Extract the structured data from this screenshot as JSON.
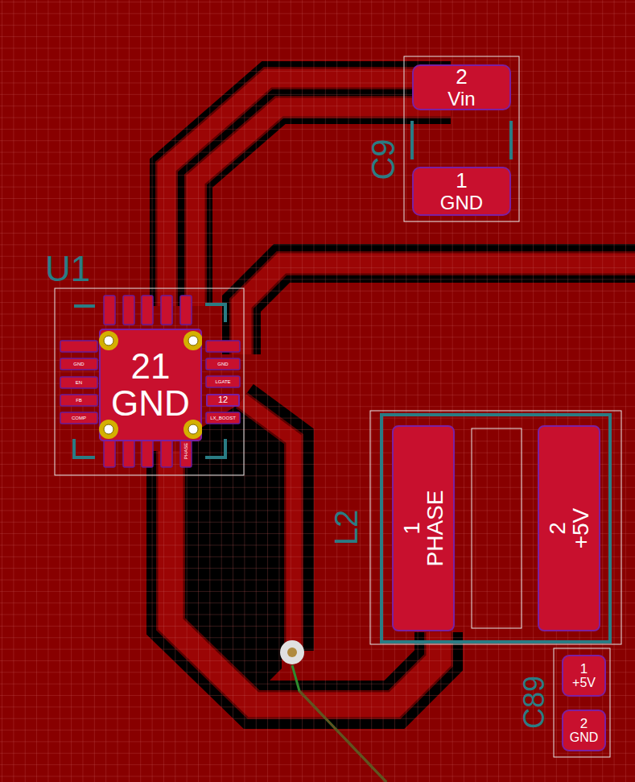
{
  "diagram": {
    "nodes": [
      {
        "text": [
          "2",
          "Vin"
        ]
      },
      {
        "text": [
          "1",
          "GND"
        ]
      },
      {
        "text": [
          "21",
          "GND"
        ]
      },
      {
        "text": [
          "12"
        ]
      },
      {
        "text": [
          "1",
          "PHASE"
        ]
      },
      {
        "text": [
          "2",
          "+5V"
        ]
      },
      {
        "text": [
          "1",
          "+5V"
        ]
      },
      {
        "text": [
          "2",
          "GND"
        ]
      }
    ],
    "labels": [
      "C9",
      "U1",
      "L2",
      "C89",
      "GND",
      "EN",
      "FB",
      "COMP",
      "GND",
      "LGATE",
      "LX_BOOST",
      "PHASE"
    ]
  }
}
